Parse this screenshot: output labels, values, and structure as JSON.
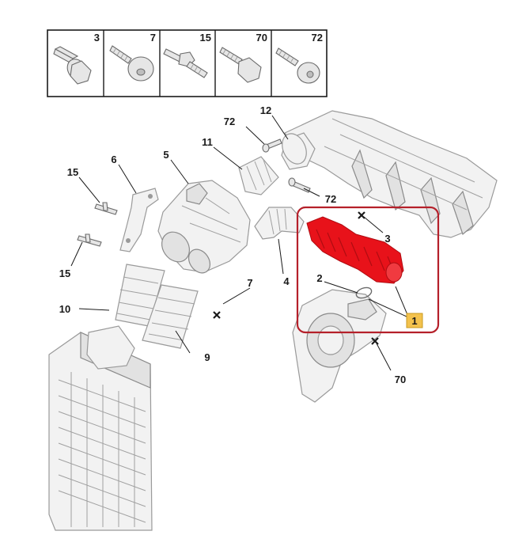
{
  "fastener_table": [
    {
      "ref": "3",
      "icon": "hex-flange-bolt-icon"
    },
    {
      "ref": "7",
      "icon": "socket-head-bolt-icon"
    },
    {
      "ref": "15",
      "icon": "stud-icon"
    },
    {
      "ref": "70",
      "icon": "hex-flange-bolt-icon"
    },
    {
      "ref": "72",
      "icon": "torx-bolt-icon"
    }
  ],
  "callouts": {
    "c1": "1",
    "c2": "2",
    "c3": "3",
    "c4": "4",
    "c5": "5",
    "c6": "6",
    "c7": "7",
    "c9": "9",
    "c10": "10",
    "c12": "12",
    "c15a": "15",
    "c15b": "15",
    "c70": "70",
    "c72a": "72",
    "c72b": "72"
  },
  "colors": {
    "highlight": "#e8121a",
    "frame": "#b5202a",
    "badge": "#f3c24d",
    "line": "#1a1a1a"
  }
}
